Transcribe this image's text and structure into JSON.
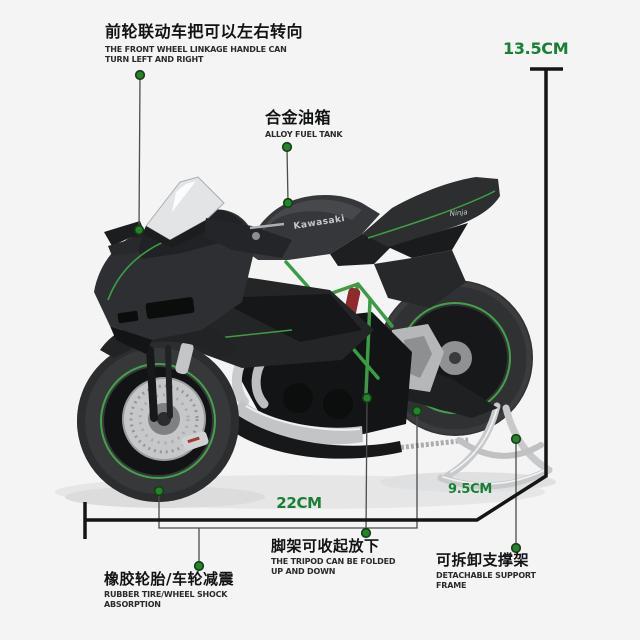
{
  "product": {
    "brand_logo": "Kawasaki",
    "tail_logo": "Ninja"
  },
  "annotations": {
    "handle": {
      "zh": "前轮联动车把可以左右转向",
      "en1": "THE FRONT WHEEL LINKAGE HANDLE CAN",
      "en2": "TURN LEFT AND RIGHT"
    },
    "fuel_tank": {
      "zh": "合金油箱",
      "en1": "ALLOY FUEL TANK"
    },
    "tripod": {
      "zh": "脚架可收起放下",
      "en1": "THE TRIPOD CAN BE FOLDED",
      "en2": "UP AND DOWN"
    },
    "rubber_tire": {
      "zh": "橡胶轮胎/车轮减震",
      "en1": "RUBBER TIRE/WHEEL SHOCK",
      "en2": "ABSORPTION"
    },
    "support_frame": {
      "zh": "可拆卸支撑架",
      "en1": "DETACHABLE SUPPORT",
      "en2": "FRAME"
    }
  },
  "dimensions": {
    "height": "13.5CM",
    "length": "22CM",
    "depth": "9.5CM"
  },
  "colors": {
    "accent_green_text": "#187f35",
    "callout_dot_green": "#27822c",
    "pinstripe_green": "#3f9e45",
    "dimension_line": "#151515",
    "connector_line": "#4c4c4c",
    "background": "#f4f4f5"
  }
}
